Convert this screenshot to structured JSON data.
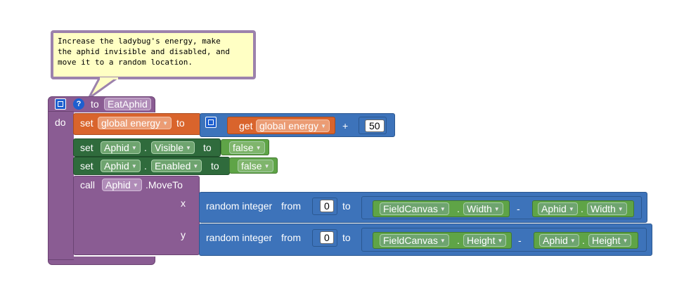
{
  "comment": {
    "text": "Increase the ladybug's energy, make\nthe aphid invisible and disabled, and\nmove it to a random location."
  },
  "procedure": {
    "keyword_to": "to",
    "name": "EatAphid",
    "keyword_do": "do"
  },
  "set_energy": {
    "set": "set",
    "variable": "global energy",
    "to": "to",
    "get": "get",
    "get_variable": "global energy",
    "op": "+",
    "amount": "50"
  },
  "set_visible": {
    "set": "set",
    "component": "Aphid",
    "dot": ".",
    "property": "Visible",
    "to": "to",
    "value": "false"
  },
  "set_enabled": {
    "set": "set",
    "component": "Aphid",
    "dot": ".",
    "property": "Enabled",
    "to": "to",
    "value": "false"
  },
  "call_move": {
    "call": "call",
    "component": "Aphid",
    "method": ".MoveTo",
    "x_label": "x",
    "y_label": "y"
  },
  "random_x": {
    "label": "random integer",
    "from": "from",
    "from_value": "0",
    "to": "to",
    "canvas": "FieldCanvas",
    "dot": ".",
    "canvas_prop": "Width",
    "minus": "-",
    "component": "Aphid",
    "component_prop": "Width"
  },
  "random_y": {
    "label": "random integer",
    "from": "from",
    "from_value": "0",
    "to": "to",
    "canvas": "FieldCanvas",
    "dot": ".",
    "canvas_prop": "Height",
    "minus": "-",
    "component": "Aphid",
    "component_prop": "Height"
  },
  "colors": {
    "procedure": "#8a5c93",
    "variable": "#d9642c",
    "component_setter": "#2f6b3c",
    "math": "#3d73ba",
    "logic": "#5fa447",
    "comment_bg": "#ffffc4"
  },
  "icons": {
    "mutator": "mutator-icon",
    "comment": "question-icon",
    "dropdown": "dropdown-arrow-icon"
  }
}
